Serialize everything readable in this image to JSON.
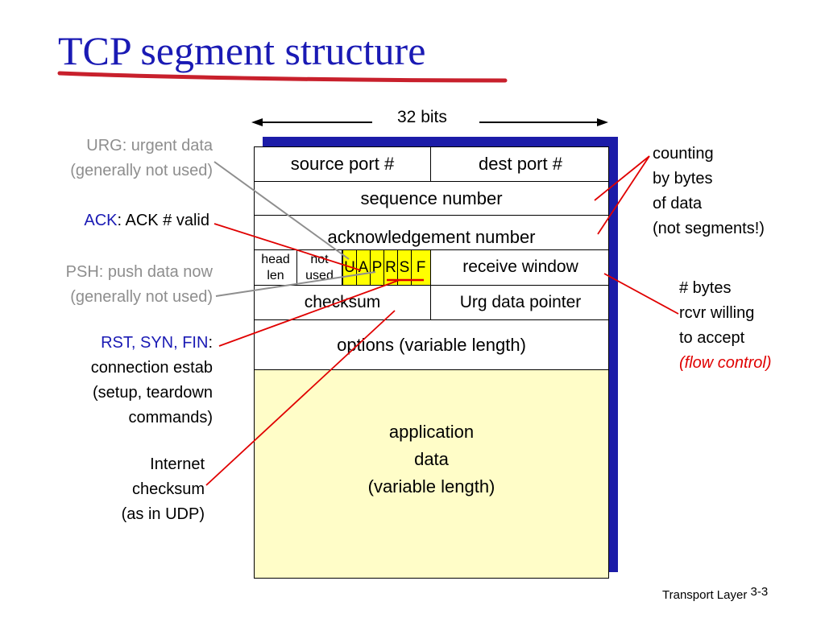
{
  "title": "TCP segment structure",
  "bits": "32 bits",
  "rows": {
    "source_port": "source port #",
    "dest_port": "dest port #",
    "sequence": "sequence number",
    "ack_number": "acknowledgement number",
    "head_len": "head len",
    "not_used": "not used",
    "flags": [
      "U",
      "A",
      "P",
      "R",
      "S",
      "F"
    ],
    "receive_window": "receive window",
    "checksum": "checksum",
    "urg_pointer": "Urg data pointer",
    "options": "options (variable length)",
    "app_data": [
      "application",
      "data",
      "(variable length)"
    ]
  },
  "left_annotations": {
    "urg": [
      "URG: urgent data",
      "(generally not used)"
    ],
    "ack_key": "ACK",
    "ack_rest": ": ACK # valid",
    "psh": [
      "PSH: push data now",
      "(generally not used)"
    ],
    "rst_key": "RST, SYN, FIN",
    "rst_rest": ":",
    "rst_lines": [
      "connection estab",
      "(setup, teardown",
      "commands)"
    ],
    "checksum": [
      "Internet",
      "checksum",
      "(as in UDP)"
    ]
  },
  "right_annotations": {
    "counting": [
      "counting",
      "by bytes",
      "of data",
      "(not segments!)"
    ],
    "window": [
      "# bytes",
      "rcvr willing",
      "to accept"
    ],
    "flow": "(flow control)"
  },
  "footer": {
    "label": "Transport Layer",
    "page": "3-3"
  },
  "colors": {
    "title": "#1a1ab4",
    "underline": "#c8202c",
    "shadow": "#1c1ca8",
    "flags": "#ffff00",
    "app_data_bg": "#fffdc8",
    "callout_red": "#e00000",
    "callout_gray": "#8e8e8e"
  }
}
